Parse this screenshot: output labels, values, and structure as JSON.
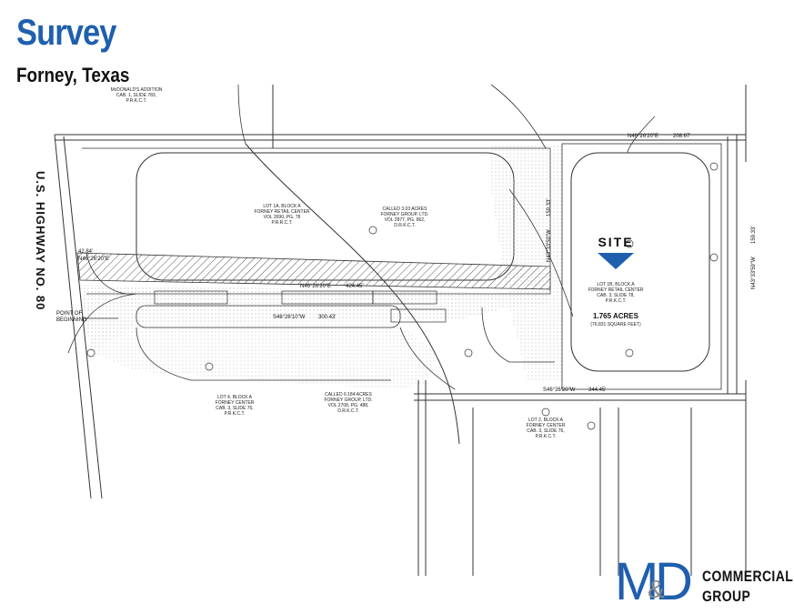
{
  "header": {
    "title": "Survey",
    "subtitle": "Forney, Texas"
  },
  "plat": {
    "highway_label": "U.S. HIGHWAY NO. 80",
    "site_label": "SITE",
    "lot_1a": [
      "LOT 1A, BLOCK A",
      "FORNEY RETAIL CENTER",
      "VOL 2690, PG. 78",
      "P.R.R.C.T."
    ],
    "lot_1b": [
      "LOT 1B, BLOCK A",
      "FORNEY RETAIL CENTER",
      "CAB. 3, SLIDE 78,",
      "P.R.K.C.T."
    ],
    "acres": "1.765 ACRES",
    "sqft": "(76,831 SQUARE FEET)",
    "point_of_beginning": [
      "POINT OF",
      "BEGINNING"
    ],
    "lot_4": [
      "LOT 4, BLOCK A",
      "FORNEY CENTER",
      "CAB. 3, SLIDE 76,",
      "P.R.K.C.T."
    ],
    "lot_2": [
      "LOT 2, BLOCK A",
      "FORNEY CENTER",
      "CAB. 3, SLIDE 76,",
      "P.R.K.C.T."
    ],
    "forney_group_1": [
      "CALLED 3.03 ACRES",
      "FORNEY GROUP, LTD.",
      "VOL 2877, PG. 862,",
      "D.R.K.C.T."
    ],
    "forney_group_2": [
      "CALLED 6.184 ACRES",
      "FORNEY GROUP, LTD.",
      "VOL 2708, PG. 488,",
      "D.R.K.C.T."
    ],
    "mcdonalds": [
      "McDONALD'S ADDITION",
      "CAB. 1, SLIDE 783,",
      "P.R.K.C.T."
    ],
    "bearing_north": "N46°26'20\"E",
    "bearing_dist_north": "208.67'",
    "bearing_south": "S46°26'20\"W",
    "bearing_dist_south": "344.45'",
    "bearing_east": "N43°33'59\"W",
    "bearing_dist_east": "159.33'",
    "bearing_mid": "N46°26'20\"E",
    "bearing_dist_mid": "424.45'",
    "bearing_left": "N46°26'20\"E",
    "bearing_dist_left": "42.84'",
    "bearing_lower": "S46°26'10\"W",
    "bearing_dist_lower": "300.43'",
    "bearing_right": "N43°33'59\"W",
    "bearing_dist_right": "159.33'"
  },
  "logo": {
    "mark_m": "M",
    "mark_amp": "&",
    "mark_d": "D",
    "line1": "COMMERCIAL",
    "line2": "GROUP"
  },
  "colors": {
    "brand_blue": "#1f5fae",
    "line": "#333333"
  }
}
